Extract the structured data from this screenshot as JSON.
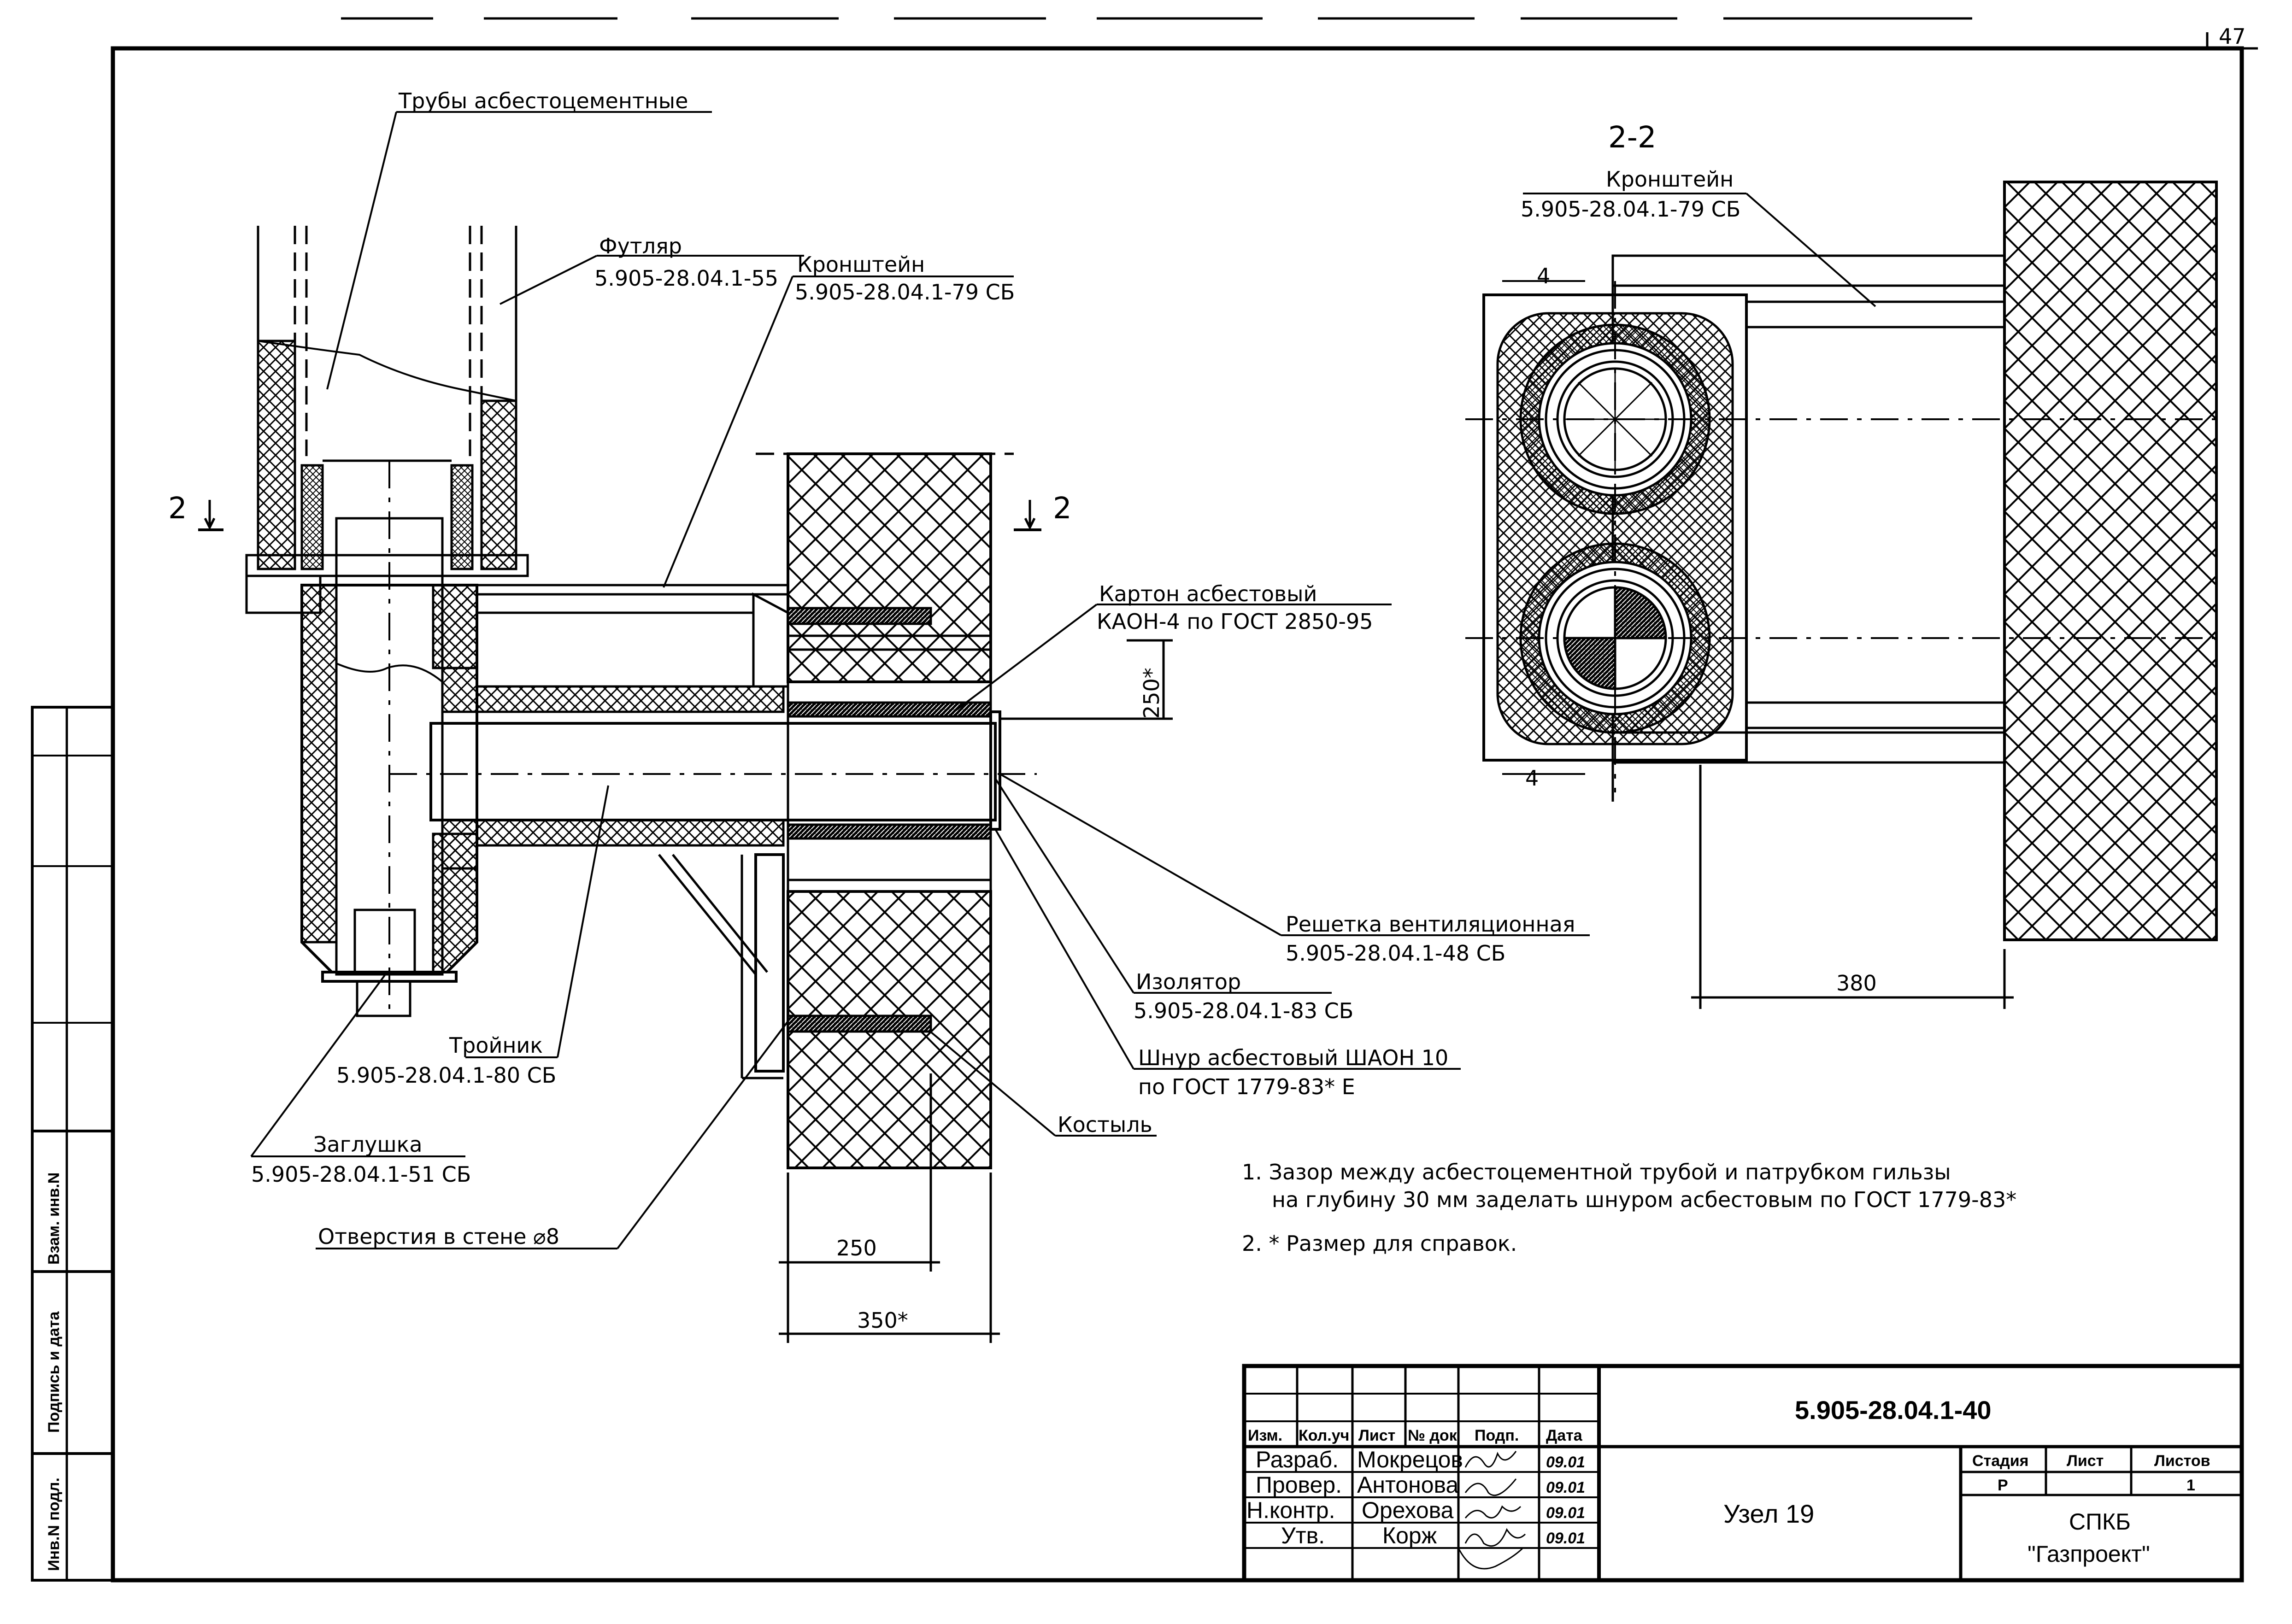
{
  "page_number": "47",
  "main_view": {
    "labels": {
      "pipes": "Трубы асбестоцементные",
      "casing_name": "Футляр",
      "casing_code": "5.905-28.04.1-55",
      "bracket_name": "Кронштейн",
      "bracket_code": "5.905-28.04.1-79 СБ",
      "cardboard_name": "Картон асбестовый",
      "cardboard_code": "КАОН-4 по ГОСТ 2850-95",
      "grille_name": "Решетка вентиляционная",
      "grille_code": "5.905-28.04.1-48 СБ",
      "insulator_name": "Изолятор",
      "insulator_code": "5.905-28.04.1-83 СБ",
      "cord_name": "Шнур асбестовый ШАОН 10",
      "cord_code": "по ГОСТ 1779-83* Е",
      "crutch": "Костыль",
      "tee_name": "Тройник",
      "tee_code": "5.905-28.04.1-80 СБ",
      "plug_name": "Заглушка",
      "plug_code": "5.905-28.04.1-51 СБ",
      "holes": "Отверстия в стене ⌀8"
    },
    "section_mark_left": "2",
    "section_mark_right": "2",
    "dims": {
      "d250_vertical": "250*",
      "d250": "250",
      "d350": "350*"
    }
  },
  "section_view": {
    "title": "2-2",
    "bracket_name": "Кронштейн",
    "bracket_code": "5.905-28.04.1-79 СБ",
    "mark_top": "4",
    "mark_bottom": "4",
    "dim_380": "380"
  },
  "notes": [
    "1. Зазор между асбестоцементной трубой и патрубком гильзы",
    "на глубину 30 мм заделать шнуром асбестовым по ГОСТ 1779-83*",
    "2. * Размер для справок."
  ],
  "side_stamp": [
    "Взам. инв.N",
    "Подпись и дата",
    "Инв.N подл."
  ],
  "title_block": {
    "doc_code": "5.905-28.04.1-40",
    "title": "Узел 19",
    "org_line1": "СПКБ",
    "org_line2": "\"Газпроект\"",
    "headers": [
      "Изм.",
      "Кол.уч",
      "Лист",
      "№ док",
      "Подп.",
      "Дата"
    ],
    "rows": [
      {
        "role": "Разраб.",
        "name": "Мокрецов",
        "date": "09.01"
      },
      {
        "role": "Провер.",
        "name": "Антонова",
        "date": "09.01"
      },
      {
        "role": "Н.контр.",
        "name": "Орехова",
        "date": "09.01"
      },
      {
        "role": "Утв.",
        "name": "Корж",
        "date": "09.01"
      }
    ],
    "stage_headers": [
      "Стадия",
      "Лист",
      "Листов"
    ],
    "stage_values": [
      "Р",
      "",
      "1"
    ]
  }
}
